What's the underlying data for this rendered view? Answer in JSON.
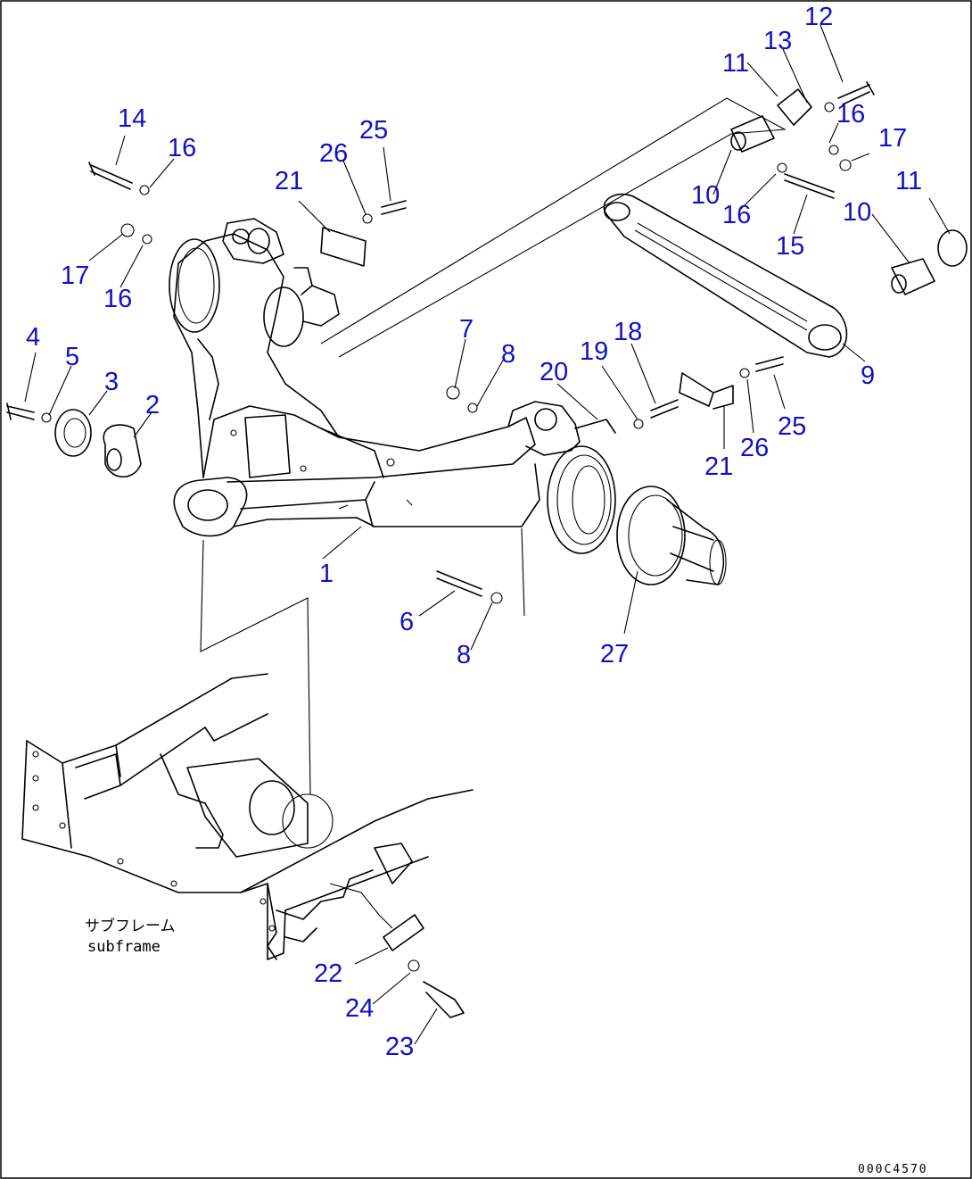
{
  "callouts": [
    {
      "id": "1",
      "text": "1"
    },
    {
      "id": "2",
      "text": "2"
    },
    {
      "id": "3",
      "text": "3"
    },
    {
      "id": "4",
      "text": "4"
    },
    {
      "id": "5",
      "text": "5"
    },
    {
      "id": "6",
      "text": "6"
    },
    {
      "id": "7",
      "text": "7"
    },
    {
      "id": "8a",
      "text": "8"
    },
    {
      "id": "8b",
      "text": "8"
    },
    {
      "id": "9",
      "text": "9"
    },
    {
      "id": "10a",
      "text": "10"
    },
    {
      "id": "10b",
      "text": "10"
    },
    {
      "id": "11a",
      "text": "11"
    },
    {
      "id": "11b",
      "text": "11"
    },
    {
      "id": "12",
      "text": "12"
    },
    {
      "id": "13",
      "text": "13"
    },
    {
      "id": "14",
      "text": "14"
    },
    {
      "id": "15",
      "text": "15"
    },
    {
      "id": "16a",
      "text": "16"
    },
    {
      "id": "16b",
      "text": "16"
    },
    {
      "id": "16c",
      "text": "16"
    },
    {
      "id": "16d",
      "text": "16"
    },
    {
      "id": "17a",
      "text": "17"
    },
    {
      "id": "17b",
      "text": "17"
    },
    {
      "id": "18",
      "text": "18"
    },
    {
      "id": "19",
      "text": "19"
    },
    {
      "id": "20",
      "text": "20"
    },
    {
      "id": "21a",
      "text": "21"
    },
    {
      "id": "21b",
      "text": "21"
    },
    {
      "id": "22",
      "text": "22"
    },
    {
      "id": "23",
      "text": "23"
    },
    {
      "id": "24",
      "text": "24"
    },
    {
      "id": "25a",
      "text": "25"
    },
    {
      "id": "25b",
      "text": "25"
    },
    {
      "id": "26a",
      "text": "26"
    },
    {
      "id": "26b",
      "text": "26"
    },
    {
      "id": "27",
      "text": "27"
    }
  ],
  "subframe_label_jp": "サブフレーム",
  "subframe_label_en": "subframe",
  "drawing_code": "000C4570",
  "label_color": "#1010c8"
}
